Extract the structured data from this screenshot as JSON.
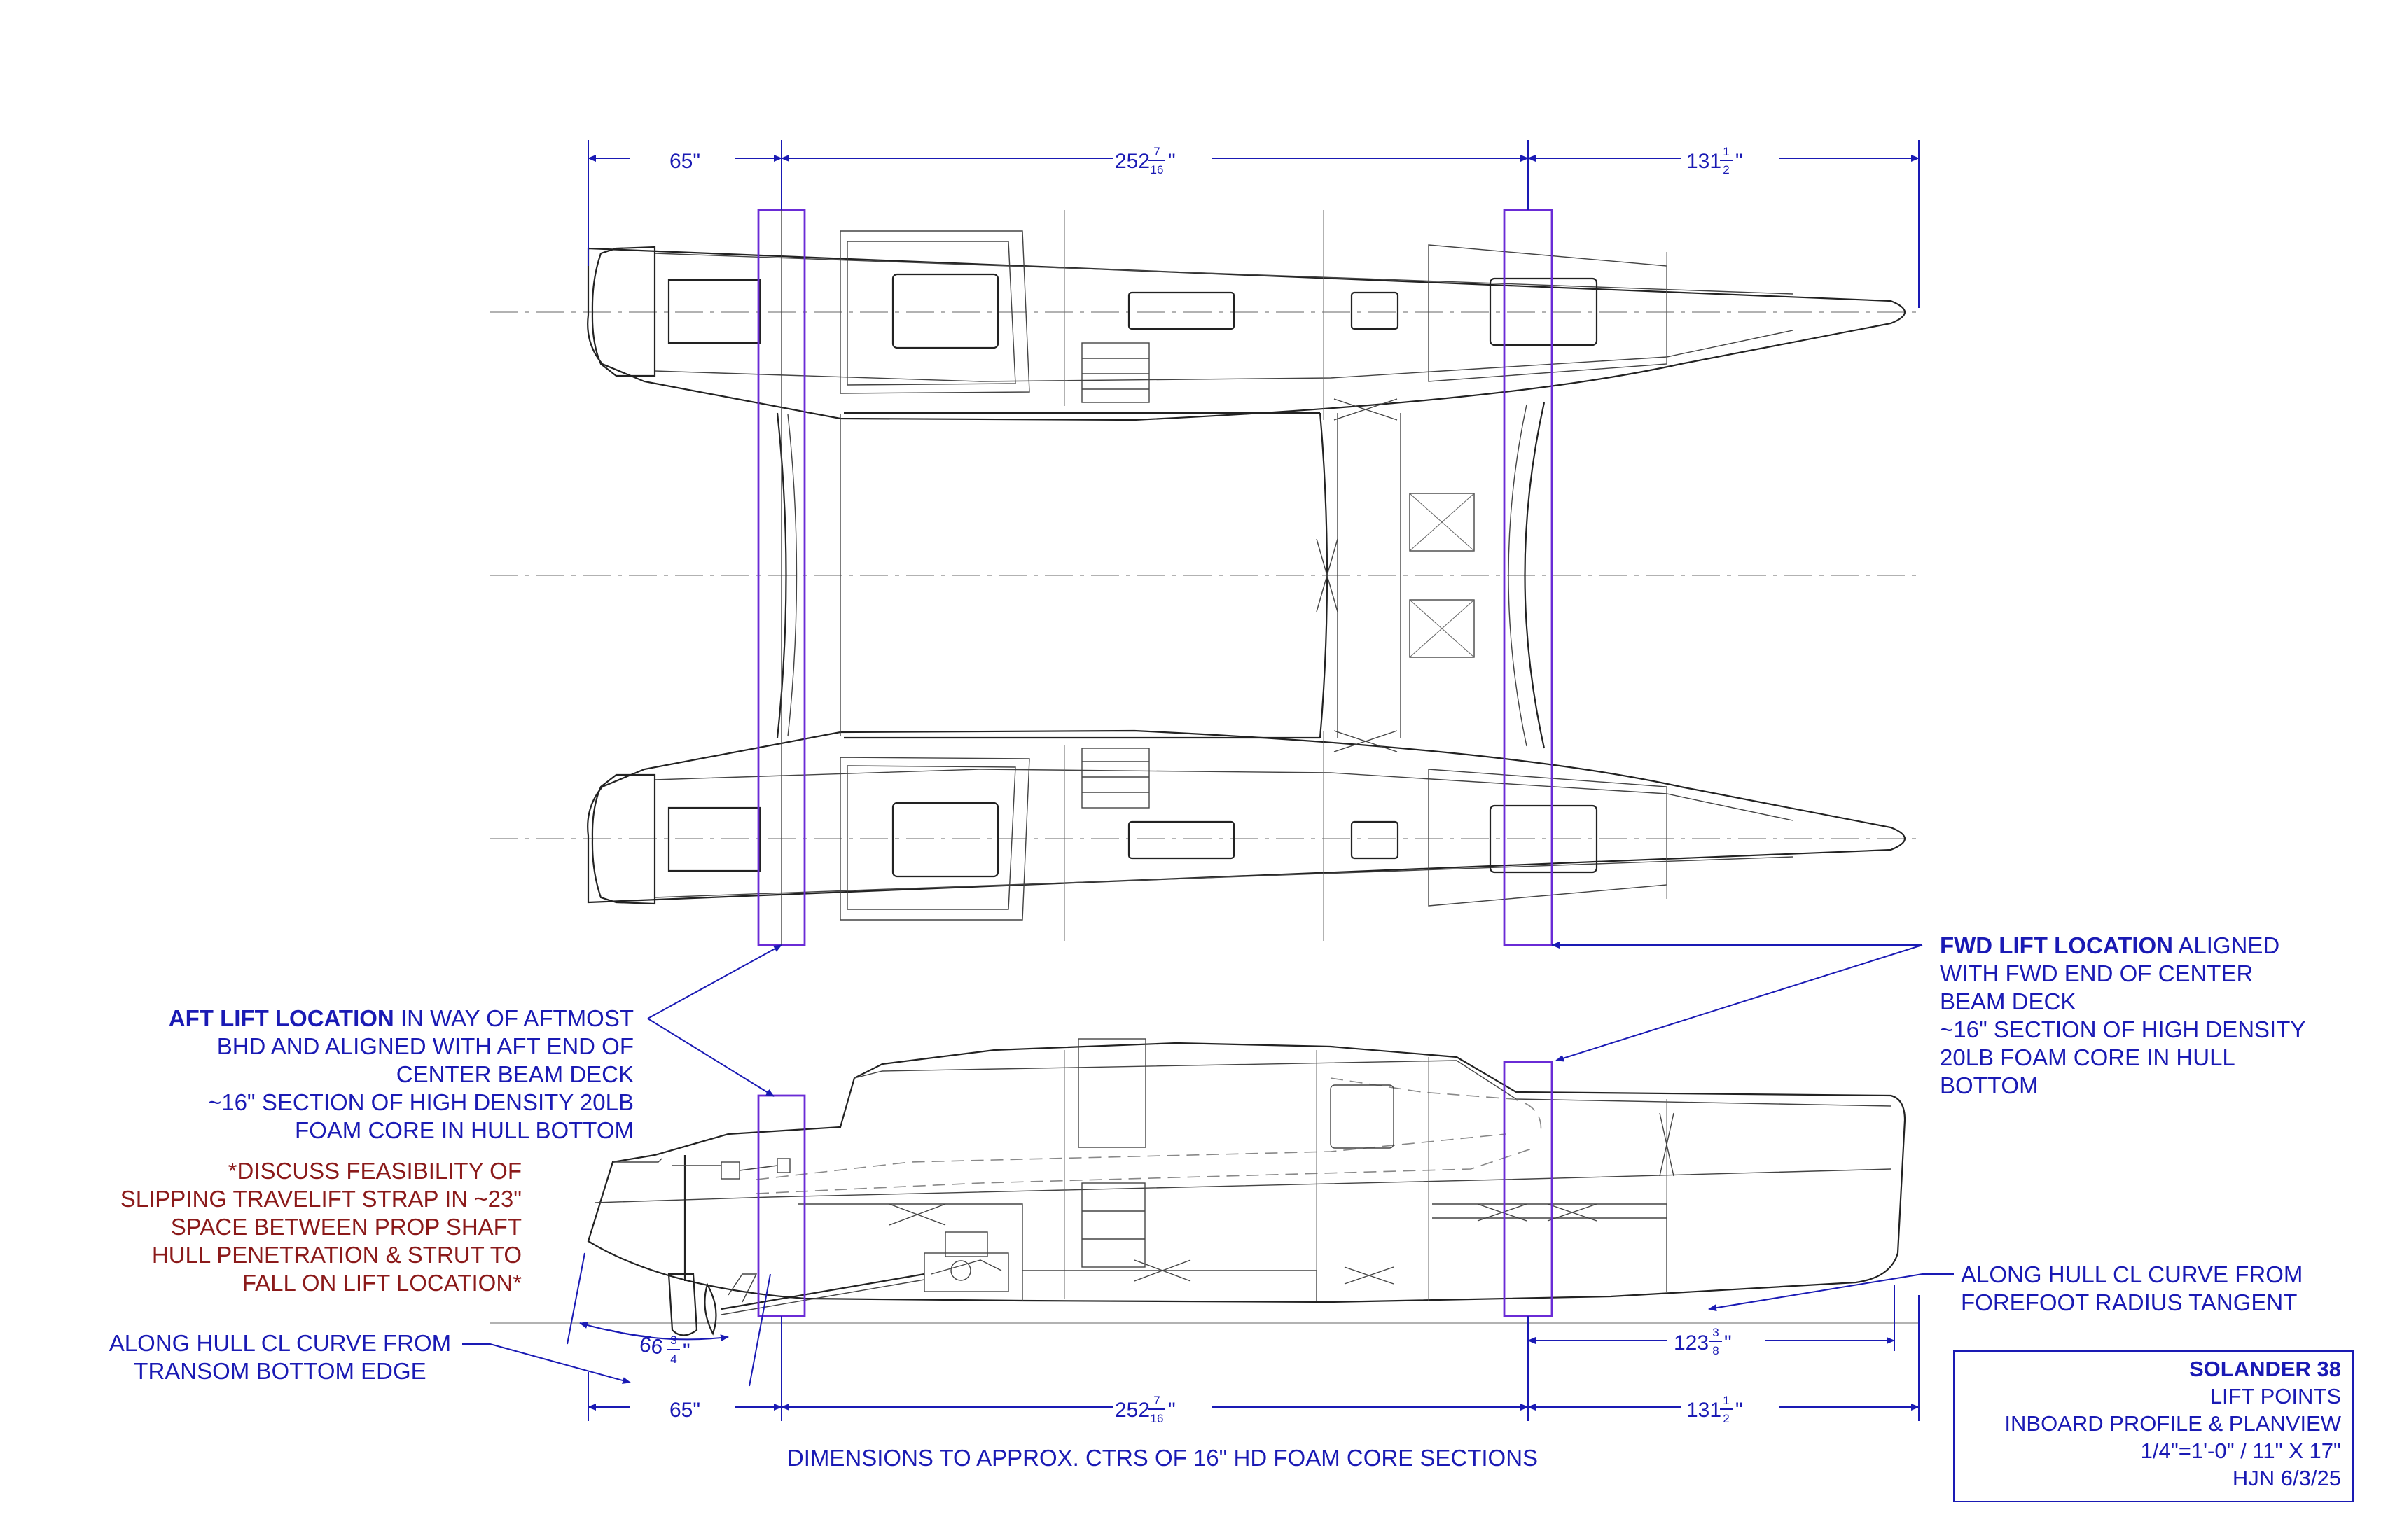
{
  "dimensions": {
    "plan_aft": "65\"",
    "plan_mid_whole": "252",
    "plan_mid_num": "7",
    "plan_mid_den": "16",
    "plan_mid_suffix": "\"",
    "plan_fwd_whole": "131",
    "plan_fwd_num": "1",
    "plan_fwd_den": "2",
    "plan_fwd_suffix": "\"",
    "prof_aft": "65\"",
    "prof_mid_whole": "252",
    "prof_mid_num": "7",
    "prof_mid_den": "16",
    "prof_mid_suffix": "\"",
    "prof_fwd_whole": "131",
    "prof_fwd_num": "1",
    "prof_fwd_den": "2",
    "prof_fwd_suffix": "\"",
    "curve_aft_whole": "66",
    "curve_aft_num": "3",
    "curve_aft_den": "4",
    "curve_aft_suffix": "\"",
    "curve_fwd_whole": "123",
    "curve_fwd_num": "3",
    "curve_fwd_den": "8",
    "curve_fwd_suffix": "\""
  },
  "notes": {
    "aft_lift": {
      "title": "AFT LIFT LOCATION",
      "line1_rest": " IN WAY OF AFTMOST",
      "line2": "BHD AND ALIGNED WITH AFT END OF",
      "line3": "CENTER BEAM DECK",
      "line4": "~16\" SECTION OF HIGH DENSITY 20LB",
      "line5": "FOAM CORE IN HULL BOTTOM"
    },
    "fwd_lift": {
      "title": "FWD LIFT LOCATION",
      "line1_rest": " ALIGNED",
      "line2": "WITH FWD END OF CENTER",
      "line3": "BEAM DECK",
      "line4": "~16\" SECTION OF HIGH DENSITY",
      "line5": "20LB FOAM CORE IN HULL",
      "line6": "BOTTOM"
    },
    "travelift": {
      "line1": "*DISCUSS FEASIBILITY OF",
      "line2": "SLIPPING TRAVELIFT STRAP IN ~23\"",
      "line3": "SPACE BETWEEN PROP SHAFT",
      "line4": "HULL PENETRATION & STRUT TO",
      "line5": "FALL ON LIFT LOCATION*"
    },
    "transom_curve": {
      "line1": "ALONG HULL CL CURVE FROM",
      "line2": "TRANSOM BOTTOM EDGE"
    },
    "forefoot_curve": {
      "line1": "ALONG HULL CL CURVE FROM",
      "line2": "FOREFOOT RADIUS TANGENT"
    },
    "footer": "DIMENSIONS TO APPROX. CTRS OF 16\" HD FOAM CORE SECTIONS"
  },
  "title_block": {
    "name": "SOLANDER 38",
    "line1": "LIFT POINTS",
    "line2": "INBOARD PROFILE & PLANVIEW",
    "line3": "1/4\"=1'-0\" / 11\" X 17\"",
    "line4": "HJN 6/3/25"
  },
  "colors": {
    "annotation_blue": "#1a1ab4",
    "note_red": "#8b1a1a",
    "lift_box": "#6a2bd6",
    "linework": "#222222"
  }
}
